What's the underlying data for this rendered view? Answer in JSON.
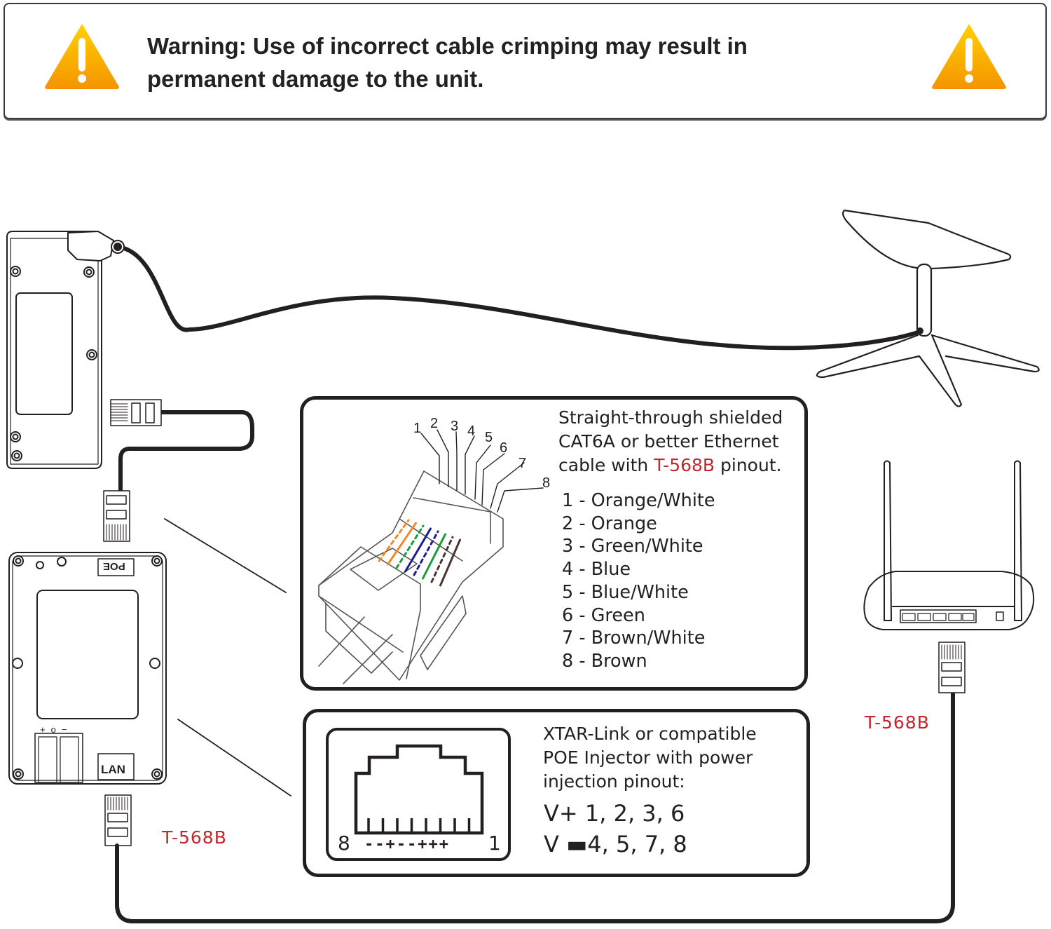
{
  "warning": {
    "line1": "Warning: Use of incorrect cable crimping may result in",
    "line2": "permanent damage to the unit.",
    "icon": "warning-triangle-icon",
    "icon_color": "#f7a400"
  },
  "cable_panel": {
    "desc_line1": "Straight-through shielded",
    "desc_line2": "CAT6A or better Ethernet",
    "desc_line3_prefix": "cable with ",
    "desc_line3_highlight": "T-568B",
    "desc_line3_suffix": " pinout.",
    "highlight_color": "#c1272d",
    "connector_pin_labels": [
      "1",
      "2",
      "3",
      "4",
      "5",
      "6",
      "7",
      "8"
    ],
    "pins": [
      {
        "label": "1 - Orange/White",
        "color": "#f08a24",
        "striped": true
      },
      {
        "label": "2 - Orange",
        "color": "#f08a24",
        "striped": false
      },
      {
        "label": "3 - Green/White",
        "color": "#1a9b3c",
        "striped": true
      },
      {
        "label": "4 - Blue",
        "color": "#1b1f8f",
        "striped": false
      },
      {
        "label": "5 - Blue/White",
        "color": "#1b1f8f",
        "striped": true
      },
      {
        "label": "6 - Green",
        "color": "#1a9b3c",
        "striped": false
      },
      {
        "label": "7 - Brown/White",
        "color": "#4a3530",
        "striped": true
      },
      {
        "label": "8 - Brown",
        "color": "#4a3530",
        "striped": false
      }
    ]
  },
  "poe_panel": {
    "desc_line1": "XTAR-Link or compatible",
    "desc_line2": "POE Injector with power",
    "desc_line3": "injection pinout:",
    "vplus": "V+ 1, 2, 3, 6",
    "vminus": "V ▬4, 5, 7, 8",
    "jack_pin_left": "8",
    "jack_pin_right": "1",
    "jack_signs": "--+--+++"
  },
  "devices": {
    "poe_injector": {
      "top_label": "POE",
      "bottom_label": "LAN",
      "terminal_labels": [
        "+",
        "o",
        "−"
      ]
    },
    "dish": "satellite-dish",
    "router": "wifi-router",
    "adapter": "starlink-adapter"
  },
  "standard_labels": {
    "left": "T-568B",
    "right": "T-568B"
  }
}
